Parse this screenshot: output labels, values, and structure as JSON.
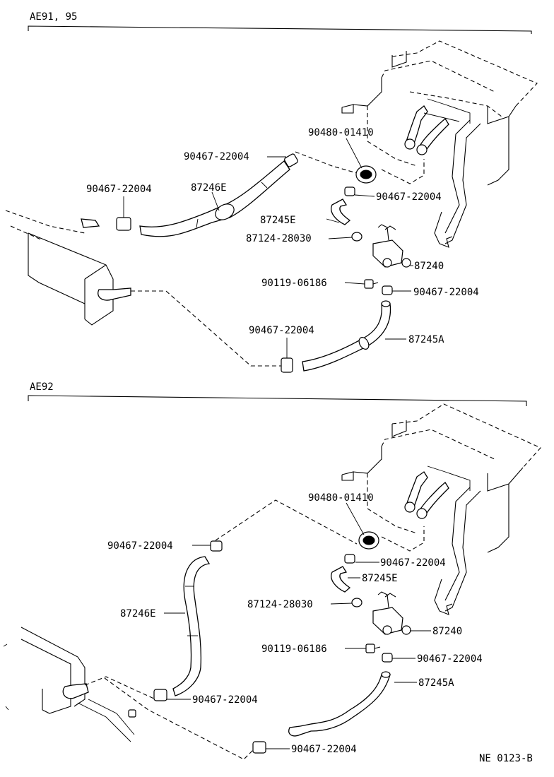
{
  "sections": [
    {
      "title": "AE91, 95",
      "labels": {
        "clip_a": "90467-22004",
        "clip_b": "90467-22004",
        "hose_main": "87246E",
        "grommet": "90480-01410",
        "clip_c": "90467-22004",
        "hose_short": "87245E",
        "gasket": "87124-28030",
        "valve": "87240",
        "bolt": "90119-06186",
        "clip_d": "90467-22004",
        "clip_e": "90467-22004",
        "hose_lower": "87245A"
      }
    },
    {
      "title": "AE92",
      "labels": {
        "grommet": "90480-01410",
        "clip_a": "90467-22004",
        "clip_c": "90467-22004",
        "hose_short": "87245E",
        "hose_main": "87246E",
        "gasket": "87124-28030",
        "valve": "87240",
        "bolt": "90119-06186",
        "clip_d": "90467-22004",
        "hose_lower": "87245A",
        "clip_f": "90467-22004",
        "clip_g": "90467-22004"
      }
    }
  ],
  "code": "NE 0123-B"
}
